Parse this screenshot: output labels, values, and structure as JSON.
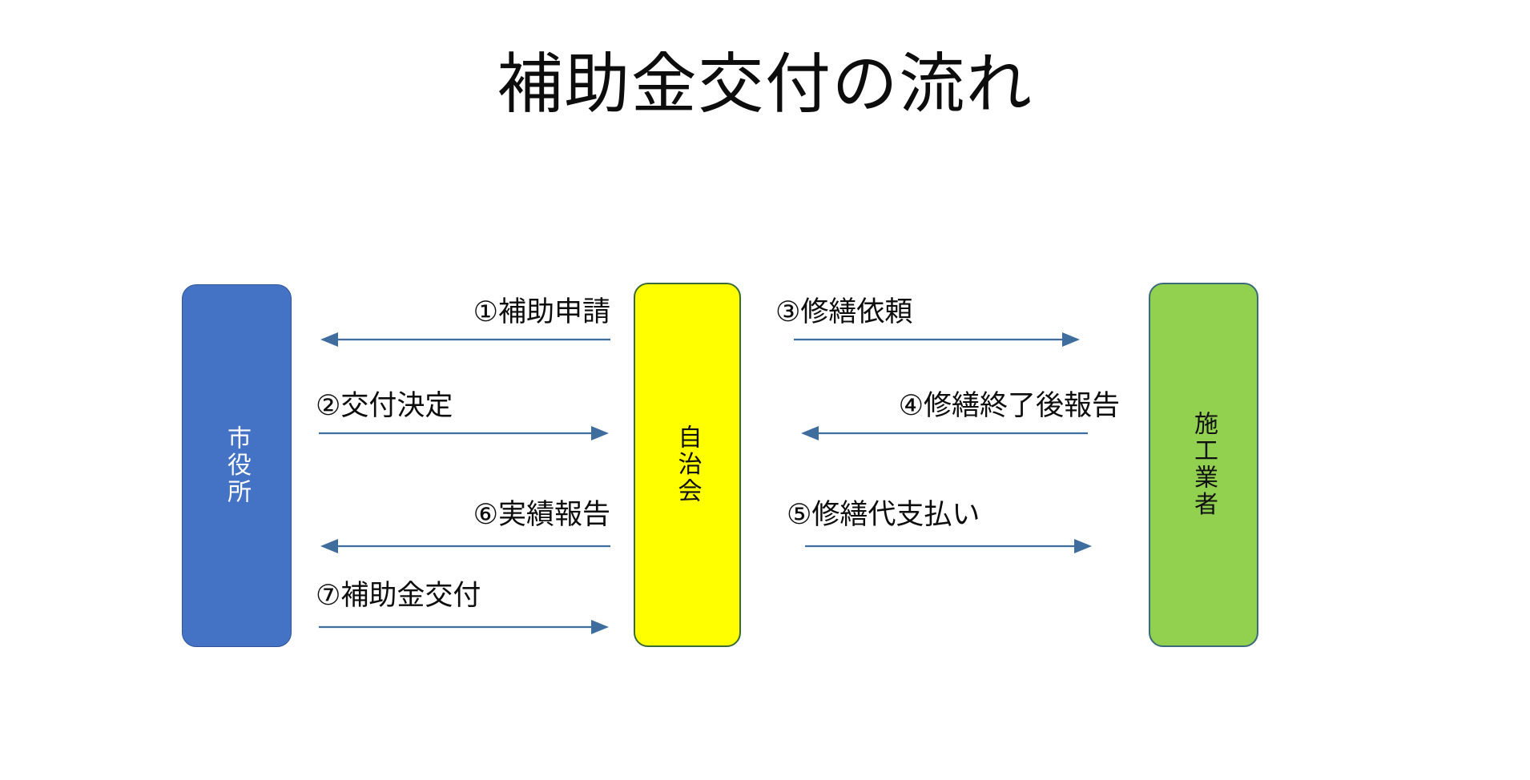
{
  "slide": {
    "title": "補助金交付の流れ",
    "background_color": "#ffffff"
  },
  "actors": [
    {
      "id": "city-hall",
      "label": "市役所",
      "fill_color": "#4472c4",
      "border_color": "#2f5597",
      "text_color": "#ffffff"
    },
    {
      "id": "association",
      "label": "自治会",
      "fill_color": "#ffff00",
      "border_color": "#3b6b35",
      "text_color": "#111111"
    },
    {
      "id": "contractor",
      "label": "施工業者",
      "fill_color": "#92d050",
      "border_color": "#3b6b7a",
      "text_color": "#111111"
    }
  ],
  "flows": [
    {
      "step": "①",
      "label": "①補助申請",
      "from": "自治会",
      "to": "市役所",
      "direction": "left",
      "line_color": "#3f6d9e",
      "arrow_color": "#3f6d9e"
    },
    {
      "step": "②",
      "label": "②交付決定",
      "from": "市役所",
      "to": "自治会",
      "direction": "right",
      "line_color": "#3f6d9e",
      "arrow_color": "#3f6d9e"
    },
    {
      "step": "③",
      "label": "③修繕依頼",
      "from": "自治会",
      "to": "施工業者",
      "direction": "right",
      "line_color": "#3f6d9e",
      "arrow_color": "#3f6d9e"
    },
    {
      "step": "④",
      "label": "④修繕終了後報告",
      "from": "施工業者",
      "to": "自治会",
      "direction": "left",
      "line_color": "#3f6d9e",
      "arrow_color": "#3f6d9e"
    },
    {
      "step": "⑤",
      "label": "⑤修繕代支払い",
      "from": "自治会",
      "to": "施工業者",
      "direction": "right",
      "line_color": "#3f6d9e",
      "arrow_color": "#3f6d9e"
    },
    {
      "step": "⑥",
      "label": "⑥実績報告",
      "from": "自治会",
      "to": "市役所",
      "direction": "left",
      "line_color": "#3f6d9e",
      "arrow_color": "#3f6d9e"
    },
    {
      "step": "⑦",
      "label": "⑦補助金交付",
      "from": "市役所",
      "to": "自治会",
      "direction": "right",
      "line_color": "#3f6d9e",
      "arrow_color": "#3f6d9e"
    }
  ]
}
